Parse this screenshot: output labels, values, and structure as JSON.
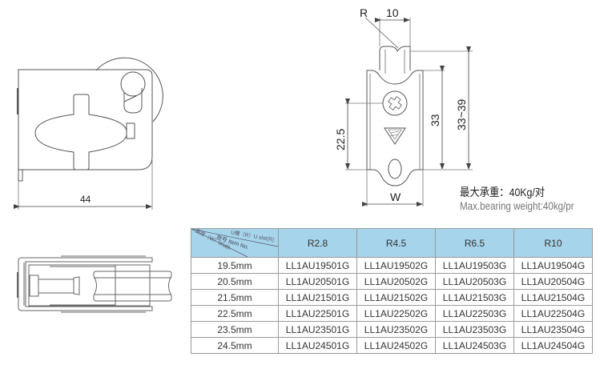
{
  "drawing": {
    "side_view": {
      "width_dim": "44"
    },
    "front_view": {
      "radius_label": "R",
      "groove_width_dim": "10",
      "hole_height_dim": "22.5",
      "body_height_dim": "33",
      "total_height_dim": "33~39",
      "width_label": "W"
    }
  },
  "load_note": {
    "cn": "最大承重：40Kg/对",
    "en": "Max.bearing weight:40kg/pr"
  },
  "table": {
    "corner": {
      "slot_label": "U槽（R）U slot(R)",
      "item_label": "货号 Item No.",
      "width_label": "宽度（W）Width"
    },
    "columns": [
      "R2.8",
      "R4.5",
      "R6.5",
      "R10"
    ],
    "rows": [
      {
        "width": "19.5mm",
        "items": [
          "LL1AU19501G",
          "LL1AU19502G",
          "LL1AU19503G",
          "LL1AU19504G"
        ]
      },
      {
        "width": "20.5mm",
        "items": [
          "LL1AU20501G",
          "LL1AU20502G",
          "LL1AU20503G",
          "LL1AU20504G"
        ]
      },
      {
        "width": "21.5mm",
        "items": [
          "LL1AU21501G",
          "LL1AU21502G",
          "LL1AU21503G",
          "LL1AU21504G"
        ]
      },
      {
        "width": "22.5mm",
        "items": [
          "LL1AU22501G",
          "LL1AU22502G",
          "LL1AU22503G",
          "LL1AU22504G"
        ]
      },
      {
        "width": "23.5mm",
        "items": [
          "LL1AU23501G",
          "LL1AU23502G",
          "LL1AU23503G",
          "LL1AU23504G"
        ]
      },
      {
        "width": "24.5mm",
        "items": [
          "LL1AU24501G",
          "LL1AU24502G",
          "LL1AU24503G",
          "LL1AU24504G"
        ]
      }
    ],
    "header_color": "#a6d4ea"
  }
}
